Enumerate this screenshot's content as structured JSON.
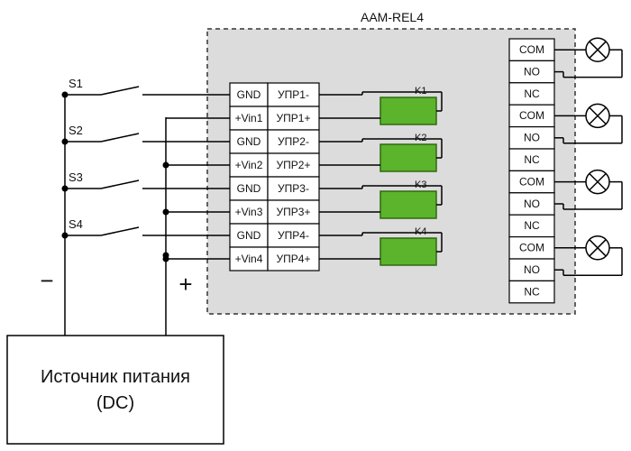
{
  "module": {
    "title": "AAM-REL4",
    "input_rows": [
      {
        "left": "GND",
        "right": "УПР1-"
      },
      {
        "left": "+Vin1",
        "right": "УПР1+"
      },
      {
        "left": "GND",
        "right": "УПР2-"
      },
      {
        "left": "+Vin2",
        "right": "УПР2+"
      },
      {
        "left": "GND",
        "right": "УПР3-"
      },
      {
        "left": "+Vin3",
        "right": "УПР3+"
      },
      {
        "left": "GND",
        "right": "УПР4-"
      },
      {
        "left": "+Vin4",
        "right": "УПР4+"
      }
    ],
    "relays": [
      {
        "label": "K1"
      },
      {
        "label": "K2"
      },
      {
        "label": "K3"
      },
      {
        "label": "K4"
      }
    ],
    "outputs": [
      "COM",
      "NO",
      "NC",
      "COM",
      "NO",
      "NC",
      "COM",
      "NO",
      "NC",
      "COM",
      "NO",
      "NC"
    ]
  },
  "switches": [
    "S1",
    "S2",
    "S3",
    "S4"
  ],
  "power": {
    "minus": "−",
    "plus": "+",
    "line1": "Источник питания",
    "line2": "(DC)"
  },
  "colors": {
    "relay_fill": "#5cb32c",
    "relay_stroke": "#2f6a10",
    "module_bg": "#dcdcdc",
    "line": "#000000"
  }
}
